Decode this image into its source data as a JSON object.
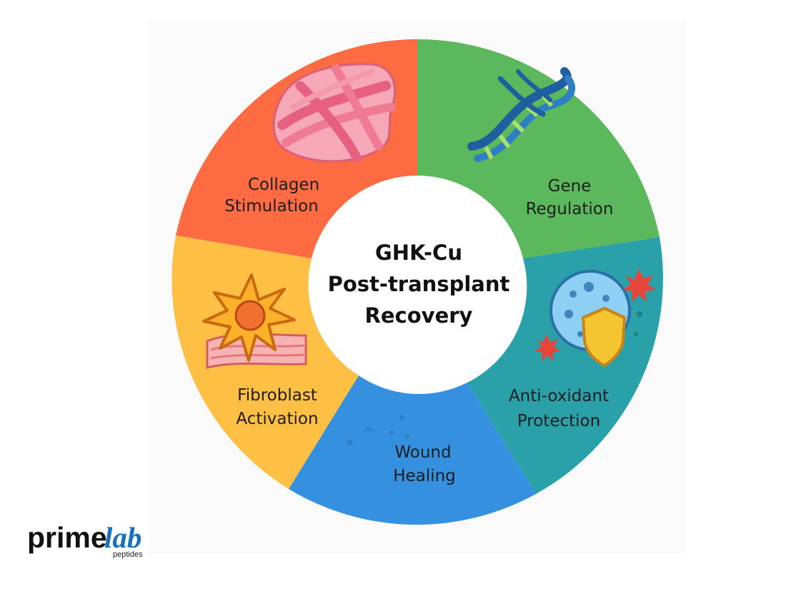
{
  "center": {
    "line1": "GHK-Cu",
    "line2": "Post-transplant",
    "line3": "Recovery"
  },
  "segments": [
    {
      "name": "collagen",
      "line1": "Collagen",
      "line2": "Stimulation",
      "color": "#fd6b42",
      "icon": "collagen-fiber-icon"
    },
    {
      "name": "gene",
      "line1": "Gene",
      "line2": "Regulation",
      "color": "#5cb85c",
      "icon": "dna-helix-icon"
    },
    {
      "name": "antioxidant",
      "line1": "Anti-oxidant",
      "line2": "Protection",
      "color": "#2aa0a8",
      "icon": "shielded-cell-icon"
    },
    {
      "name": "wound",
      "line1": "Wound",
      "line2": "Healing",
      "color": "#3590e0",
      "icon": "droplets-icon"
    },
    {
      "name": "fibroblast",
      "line1": "Fibroblast",
      "line2": "Activation",
      "color": "#fdbf44",
      "icon": "fibroblast-cell-icon"
    }
  ],
  "logo": {
    "prime": "prime",
    "lab": "lab",
    "sub": "peptides"
  }
}
